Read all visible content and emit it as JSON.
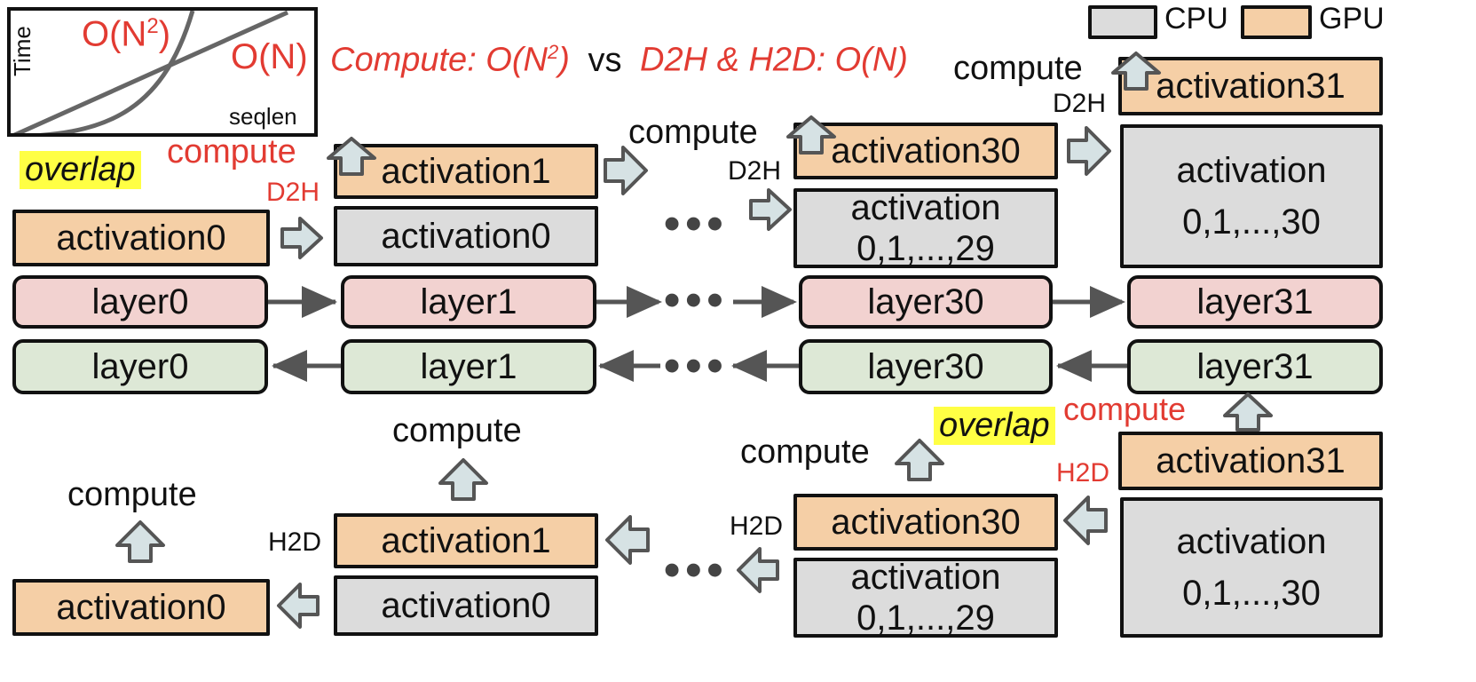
{
  "inset": {
    "ylabel": "Time",
    "xlabel": "seqlen",
    "curve1": "O(N",
    "curve1_sup": "2",
    "curve1_close": ")",
    "curve2": "O(N)"
  },
  "headline": {
    "part1": "Compute: O(N",
    "sup": "2",
    "part1_close": ")",
    "vs": "vs",
    "part2": "D2H & H2D: O(N)"
  },
  "legend": {
    "cpu": "CPU",
    "gpu": "GPU"
  },
  "colors": {
    "cpu": "#dcdcdc",
    "gpu": "#f5cfa6",
    "forward": "#f2d2d0",
    "backward": "#dde8d6",
    "accent": "#e23b32",
    "highlight": "#ffff44"
  },
  "top": {
    "overlap": "overlap",
    "compute_red": "compute",
    "d2h_red": "D2H",
    "act0_gpu": "activation0",
    "act1": "activation1",
    "act0_cpu": "activation0",
    "compute2": "compute",
    "d2h2": "D2H",
    "act30": "activation30",
    "act_cpu29_l1": "activation",
    "act_cpu29_l2": "0,1,...,29",
    "compute3": "compute",
    "d2h3": "D2H",
    "act31": "activation31",
    "act_cpu30_l1": "activation",
    "act_cpu30_l2": "0,1,...,30"
  },
  "forward": [
    "layer0",
    "layer1",
    "layer30",
    "layer31"
  ],
  "backward": [
    "layer0",
    "layer1",
    "layer30",
    "layer31"
  ],
  "bottom": {
    "compute_a": "compute",
    "act0_gpu": "activation0",
    "compute_b": "compute",
    "h2d_b": "H2D",
    "act1": "activation1",
    "act0_cpu": "activation0",
    "compute_c": "compute",
    "overlap": "overlap",
    "h2d_c": "H2D",
    "act30": "activation30",
    "act_cpu29_l1": "activation",
    "act_cpu29_l2": "0,1,...,29",
    "compute_red": "compute",
    "h2d_red": "H2D",
    "act31": "activation31",
    "act_cpu30_l1": "activation",
    "act_cpu30_l2": "0,1,...,30"
  }
}
